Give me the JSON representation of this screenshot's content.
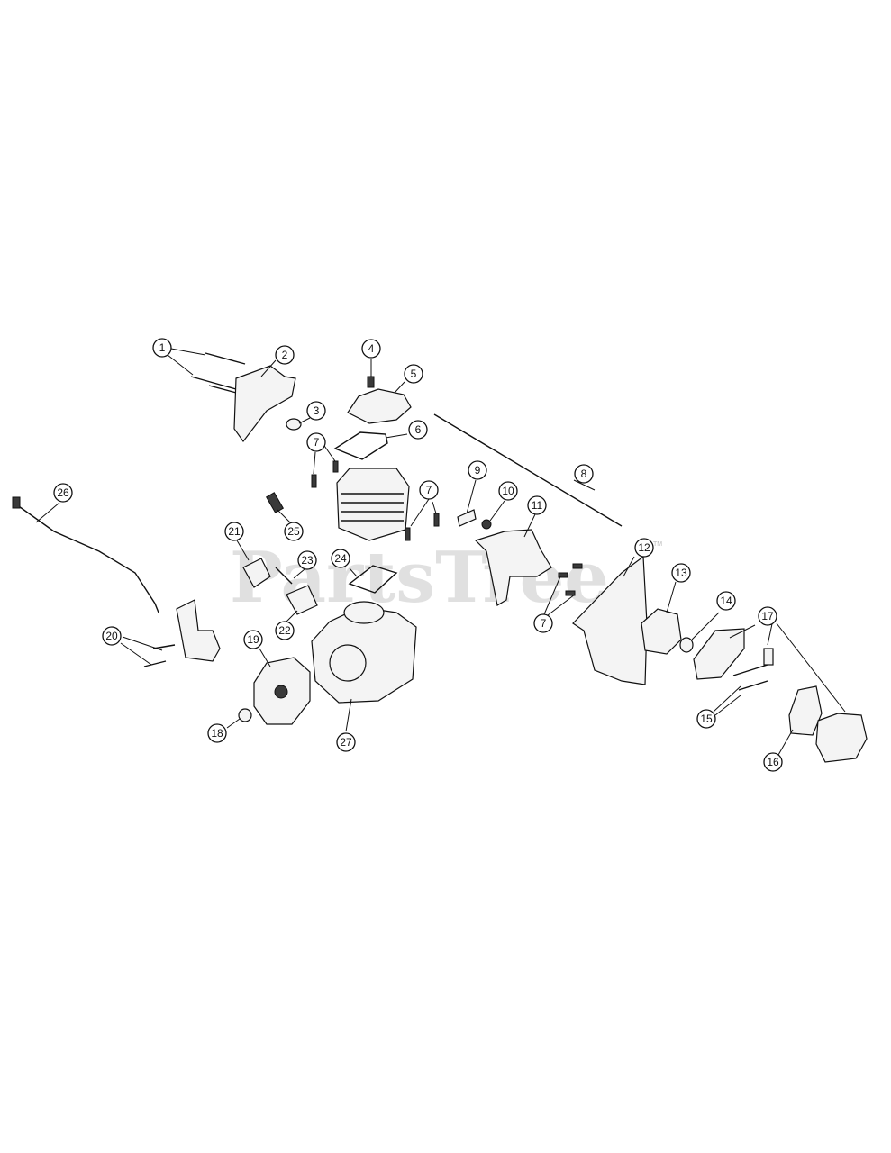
{
  "watermark": {
    "text": "PartsTree",
    "tm": "TM"
  },
  "callouts": [
    {
      "id": "c1",
      "label": "1"
    },
    {
      "id": "c2",
      "label": "2"
    },
    {
      "id": "c3",
      "label": "3"
    },
    {
      "id": "c4",
      "label": "4"
    },
    {
      "id": "c5",
      "label": "5"
    },
    {
      "id": "c6",
      "label": "6"
    },
    {
      "id": "c7a",
      "label": "7"
    },
    {
      "id": "c7b",
      "label": "7"
    },
    {
      "id": "c7c",
      "label": "7"
    },
    {
      "id": "c8",
      "label": "8"
    },
    {
      "id": "c9",
      "label": "9"
    },
    {
      "id": "c10",
      "label": "10"
    },
    {
      "id": "c11",
      "label": "11"
    },
    {
      "id": "c12",
      "label": "12"
    },
    {
      "id": "c13",
      "label": "13"
    },
    {
      "id": "c14",
      "label": "14"
    },
    {
      "id": "c15",
      "label": "15"
    },
    {
      "id": "c16",
      "label": "16"
    },
    {
      "id": "c17",
      "label": "17"
    },
    {
      "id": "c18",
      "label": "18"
    },
    {
      "id": "c19",
      "label": "19"
    },
    {
      "id": "c20",
      "label": "20"
    },
    {
      "id": "c21",
      "label": "21"
    },
    {
      "id": "c22",
      "label": "22"
    },
    {
      "id": "c23",
      "label": "23"
    },
    {
      "id": "c24",
      "label": "24"
    },
    {
      "id": "c25",
      "label": "25"
    },
    {
      "id": "c26",
      "label": "26"
    },
    {
      "id": "c27",
      "label": "27"
    }
  ]
}
